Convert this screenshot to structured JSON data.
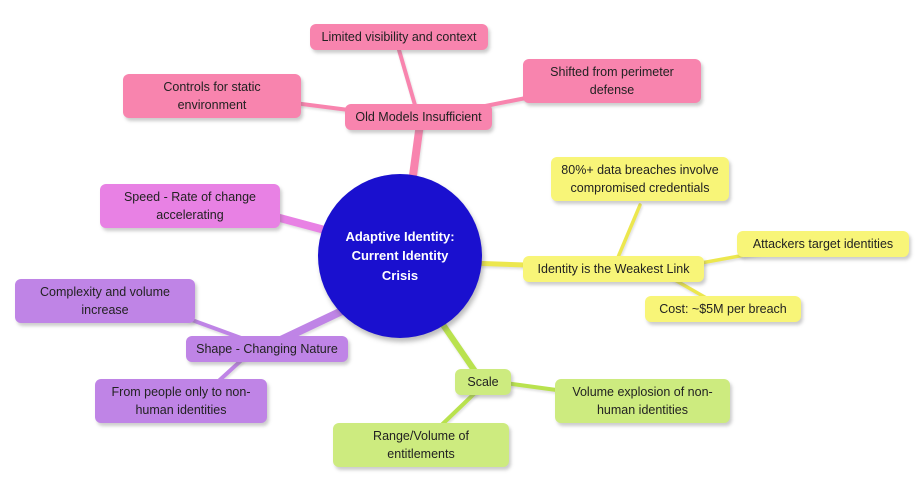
{
  "app": {
    "kind": "mind-map",
    "background": "#ffffff"
  },
  "center": {
    "label": "Adaptive Identity: Current Identity Crisis",
    "color": "#1a10cf",
    "text_color": "#ffffff"
  },
  "branches": {
    "old_models": {
      "color": "#f884ae",
      "node": "Old Models Insufficient",
      "children": {
        "limited_visibility": "Limited visibility and context",
        "shifted_perimeter": "Shifted from perimeter defense",
        "controls_static": "Controls for static environment"
      }
    },
    "speed": {
      "color": "#e881e4",
      "node": "Speed - Rate of change accelerating"
    },
    "shape": {
      "color": "#bf84e6",
      "node": "Shape - Changing Nature",
      "children": {
        "complexity": "Complexity and volume increase",
        "from_people": "From people only to non-human identities"
      }
    },
    "weakest_link": {
      "color": "#f8f578",
      "line_color": "#ece74e",
      "node": "Identity is the Weakest Link",
      "children": {
        "breaches": "80%+ data breaches involve compromised credentials",
        "attackers": "Attackers target identities",
        "cost": "Cost: ~$5M per breach"
      }
    },
    "scale": {
      "color": "#cdeb7f",
      "line_color": "#b9e24e",
      "node": "Scale",
      "children": {
        "volume_explosion": "Volume explosion of non-human identities",
        "range_volume": "Range/Volume of entitlements"
      }
    }
  }
}
